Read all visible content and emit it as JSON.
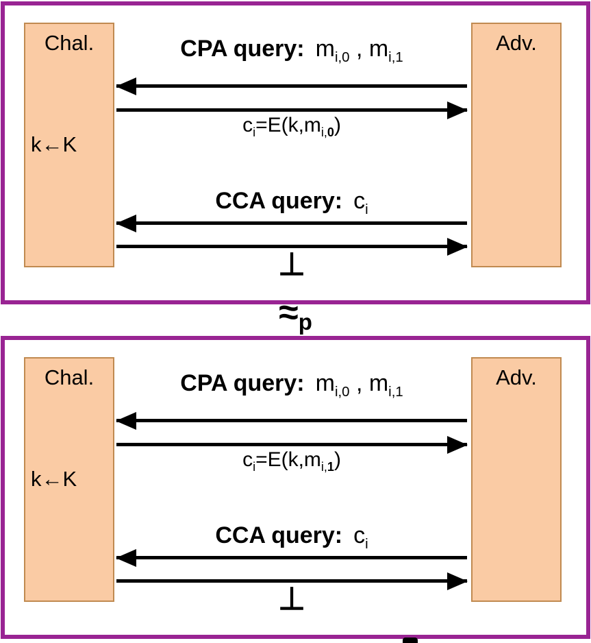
{
  "colors": {
    "panel_border": "#992493",
    "box_fill": "#FACBA4",
    "box_border": "#C08A50",
    "arrow": "#000000"
  },
  "approx": {
    "symbol": "≈",
    "sub": "p"
  },
  "panels": [
    {
      "chal_label": "Chal.",
      "key_label": "k←K",
      "adv_label": "Adv.",
      "cpa": {
        "prefix": "CPA query:",
        "m1": "m",
        "m1_sub": "i,0",
        "sep": " , ",
        "m2": "m",
        "m2_sub": "i,1"
      },
      "cipher": {
        "c": "c",
        "c_sub": "i",
        "eq": "=E(k,m",
        "m_sub": "i,",
        "m_sub_bold": "0",
        "close": ")"
      },
      "cca": {
        "prefix": "CCA query:",
        "c": "c",
        "c_sub": "i"
      },
      "bottom": "⊥"
    },
    {
      "chal_label": "Chal.",
      "key_label": "k←K",
      "adv_label": "Adv.",
      "cpa": {
        "prefix": "CPA query:",
        "m1": "m",
        "m1_sub": "i,0",
        "sep": " , ",
        "m2": "m",
        "m2_sub": "i,1"
      },
      "cipher": {
        "c": "c",
        "c_sub": "i",
        "eq": "=E(k,m",
        "m_sub": "i,",
        "m_sub_bold": "1",
        "close": ")"
      },
      "cca": {
        "prefix": "CCA query:",
        "c": "c",
        "c_sub": "i"
      },
      "bottom": "⊥"
    }
  ]
}
